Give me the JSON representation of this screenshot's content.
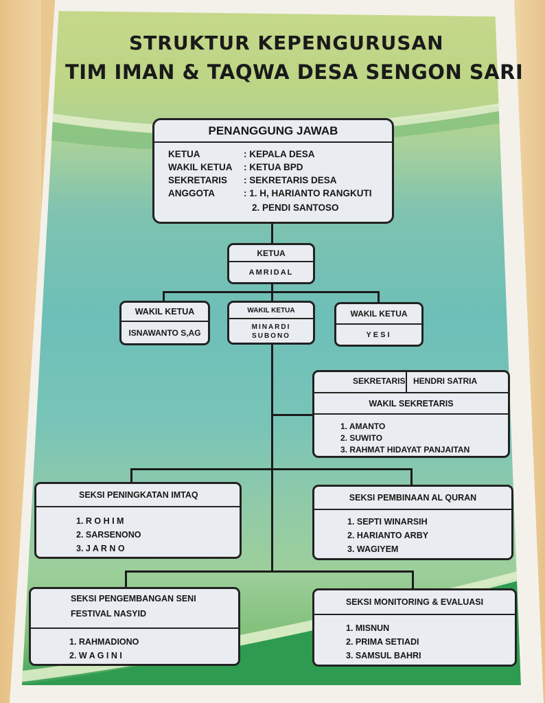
{
  "title": {
    "line1": "STRUKTUR KEPENGURUSAN",
    "line2": "TIM IMAN & TAQWA DESA SENGON SARI"
  },
  "penanggung_jawab": {
    "header": "PENANGGUNG JAWAB",
    "rows": [
      {
        "role": "KETUA",
        "value": ": KEPALA DESA"
      },
      {
        "role": "WAKIL KETUA",
        "value": ": KETUA BPD"
      },
      {
        "role": "SEKRETARIS",
        "value": ": SEKRETARIS DESA"
      },
      {
        "role": "ANGGOTA",
        "value": ": 1. H, HARIANTO RANGKUTI"
      },
      {
        "role": "",
        "value": "2. PENDI SANTOSO"
      }
    ]
  },
  "ketua": {
    "header": "KETUA",
    "name": "AMRIDAL"
  },
  "wakil_ketua": [
    {
      "header": "WAKIL KETUA",
      "name": "ISNAWANTO S,AG"
    },
    {
      "header": "WAKIL KETUA",
      "name": "MINARDI",
      "name2": "SUBONO"
    },
    {
      "header": "WAKIL KETUA",
      "name": "YESI"
    }
  ],
  "sekretaris": {
    "label": "SEKRETARIS",
    "name": "HENDRI SATRIA",
    "wakil_header": "WAKIL SEKRETARIS",
    "members": [
      "1. AMANTO",
      "2. SUWITO",
      "3. RAHMAT HIDAYAT PANJAITAN"
    ]
  },
  "seksi": [
    {
      "header": "SEKSI PENINGKATAN IMTAQ",
      "members": [
        "1. R O H I M",
        "2. SARSENONO",
        "3. J A R N O"
      ]
    },
    {
      "header": "SEKSI PEMBINAAN AL QURAN",
      "members": [
        "1. SEPTI WINARSIH",
        "2. HARIANTO ARBY",
        "3. WAGIYEM"
      ]
    },
    {
      "header": "SEKSI PENGEMBANGAN SENI",
      "header2": "FESTIVAL NASYID",
      "members": [
        "1. RAHMADIONO",
        "2. W A G I N I"
      ]
    },
    {
      "header": "SEKSI MONITORING & EVALUASI",
      "members": [
        "1. MISNUN",
        "2. PRIMA SETIADI",
        "3. SAMSUL BAHRI"
      ]
    }
  ],
  "colors": {
    "poster_top": "#c6d88b",
    "poster_mid": "#6dbfb8",
    "poster_bottom": "#2f9a52",
    "box_fill": "#e9ecf0",
    "frame": "#f4f1ea"
  }
}
